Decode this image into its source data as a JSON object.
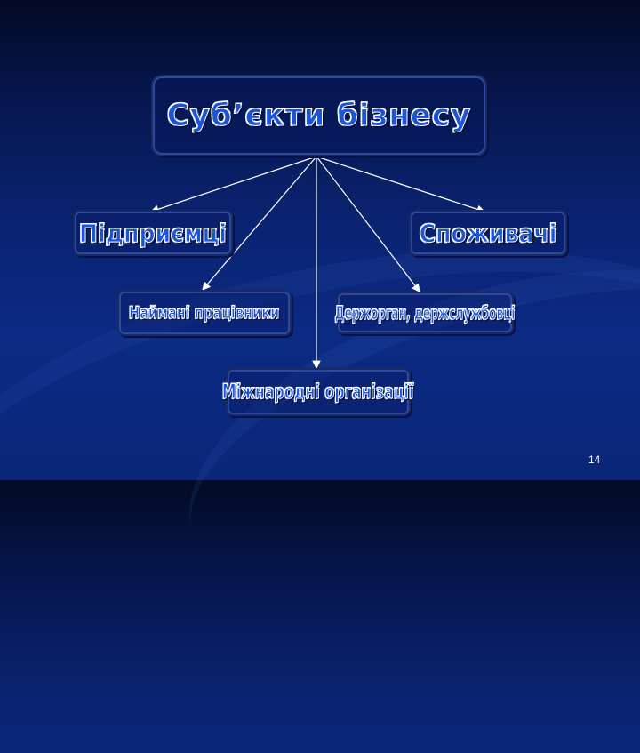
{
  "diagram": {
    "root": "Суб’єкти бізнесу",
    "nodes": {
      "enterprises": "Підприємці",
      "consumers": "Споживачі",
      "employees": "Наймані працівники",
      "state": "Держорган, держслужбовці",
      "international": "Міжнародні організації"
    }
  },
  "slide": {
    "page_number": "14"
  }
}
